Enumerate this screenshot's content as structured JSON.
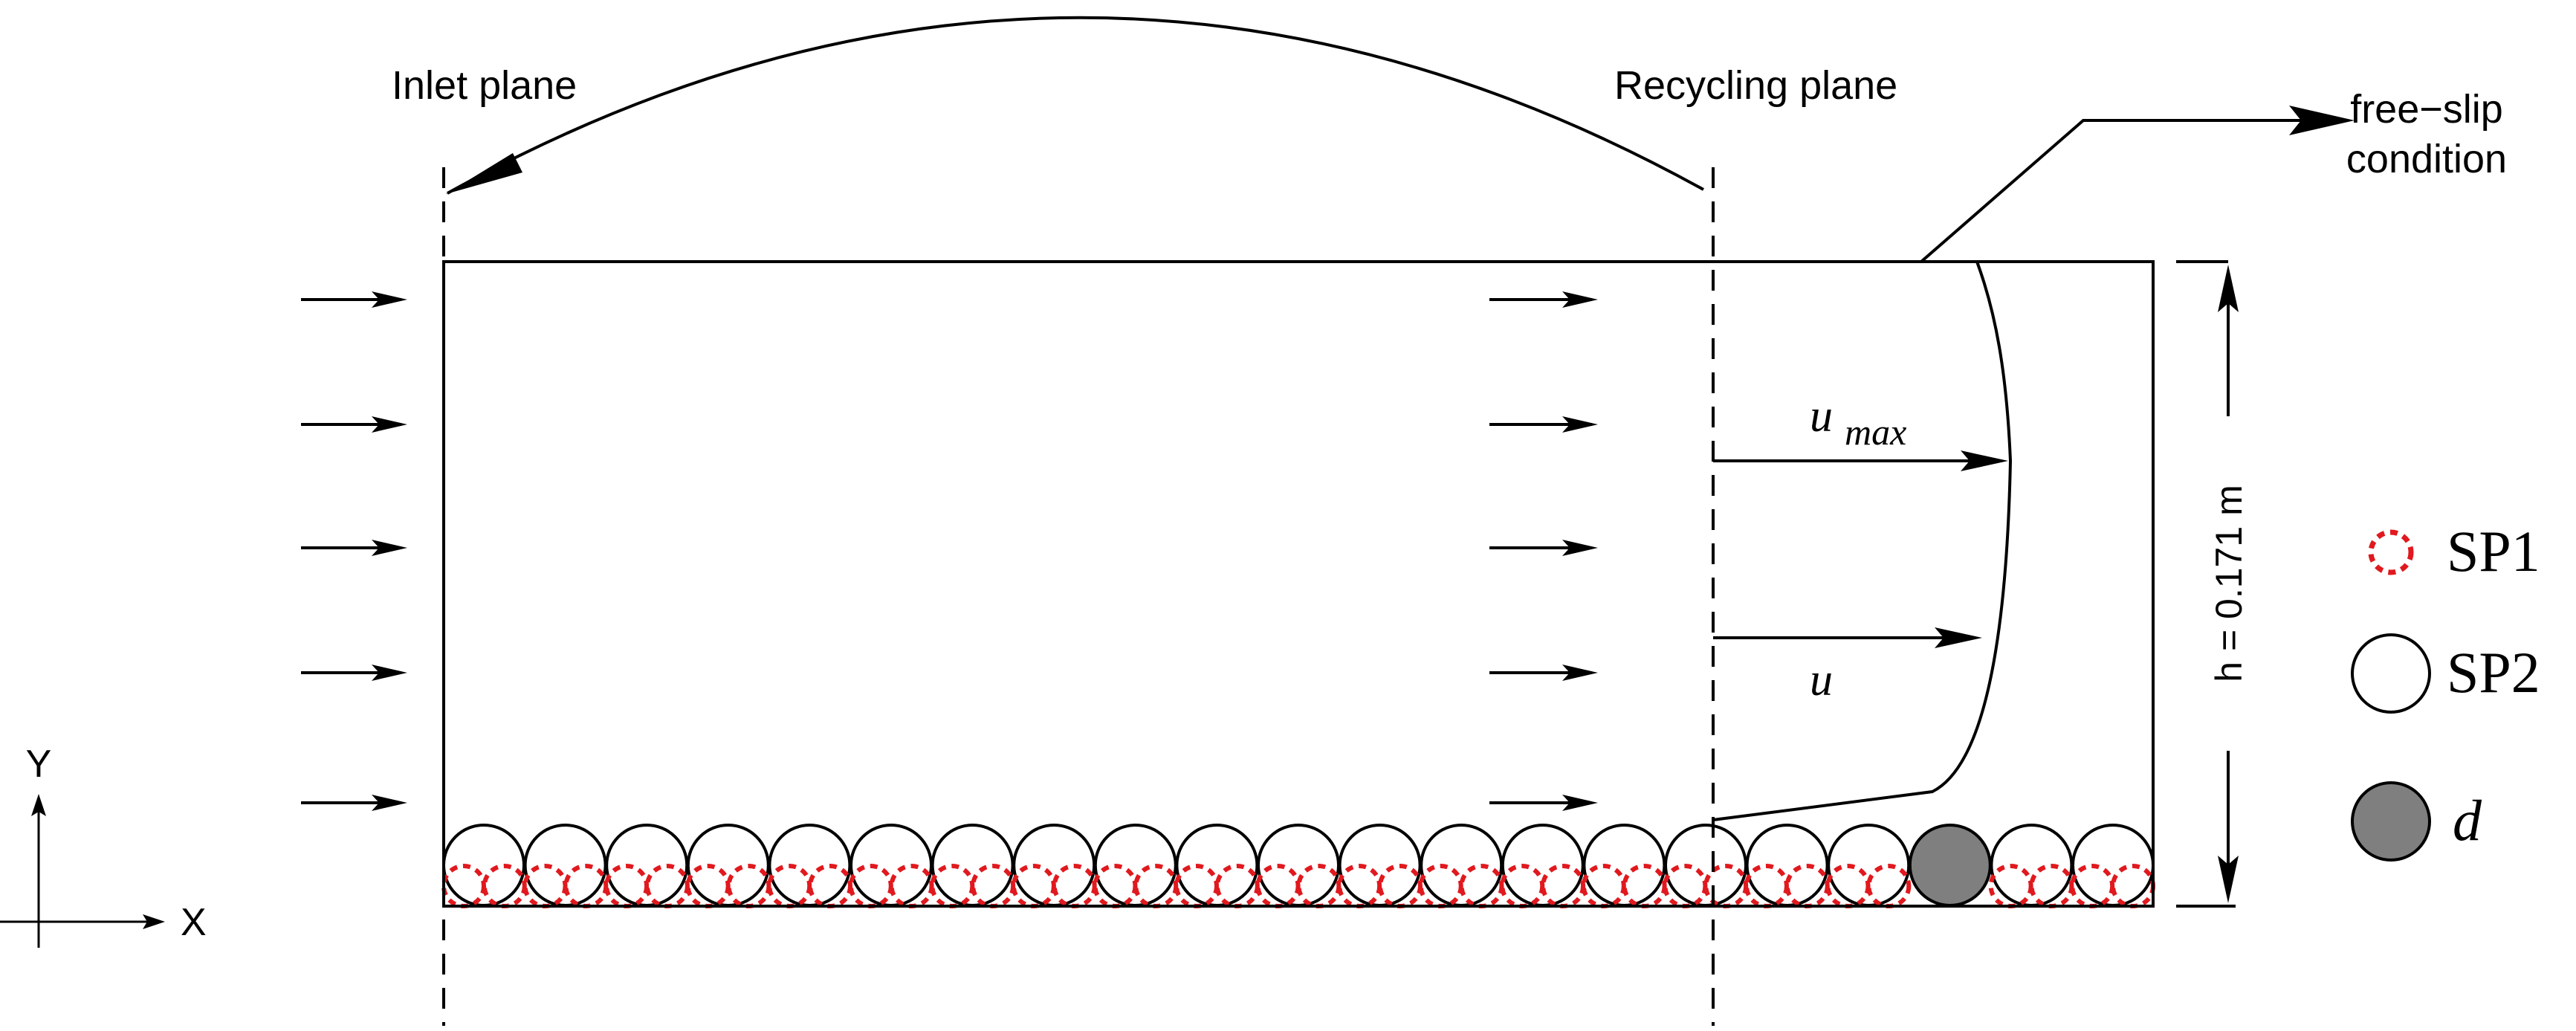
{
  "labels": {
    "inlet_plane": "Inlet plane",
    "recycling_plane": "Recycling plane",
    "free_slip_line1": "free−slip",
    "free_slip_line2": "condition",
    "u_max_base": "u",
    "u_max_sub": "max",
    "u": "u",
    "height": "h = 0.171 m",
    "axis_x": "X",
    "axis_y": "Y"
  },
  "legend": [
    {
      "key": "sp1",
      "label": "SP1",
      "style": "dotted-red-circle"
    },
    {
      "key": "sp2",
      "label": "SP2",
      "style": "open-circle"
    },
    {
      "key": "d",
      "label": "d",
      "style": "filled-gray-circle"
    }
  ],
  "spheres": {
    "sp2_count": 21,
    "sp1_count": 42,
    "highlighted_index": 18
  },
  "colors": {
    "line": "#000000",
    "sp1": "#e0191e",
    "highlight": "#7f7f7f",
    "background": "#ffffff"
  }
}
